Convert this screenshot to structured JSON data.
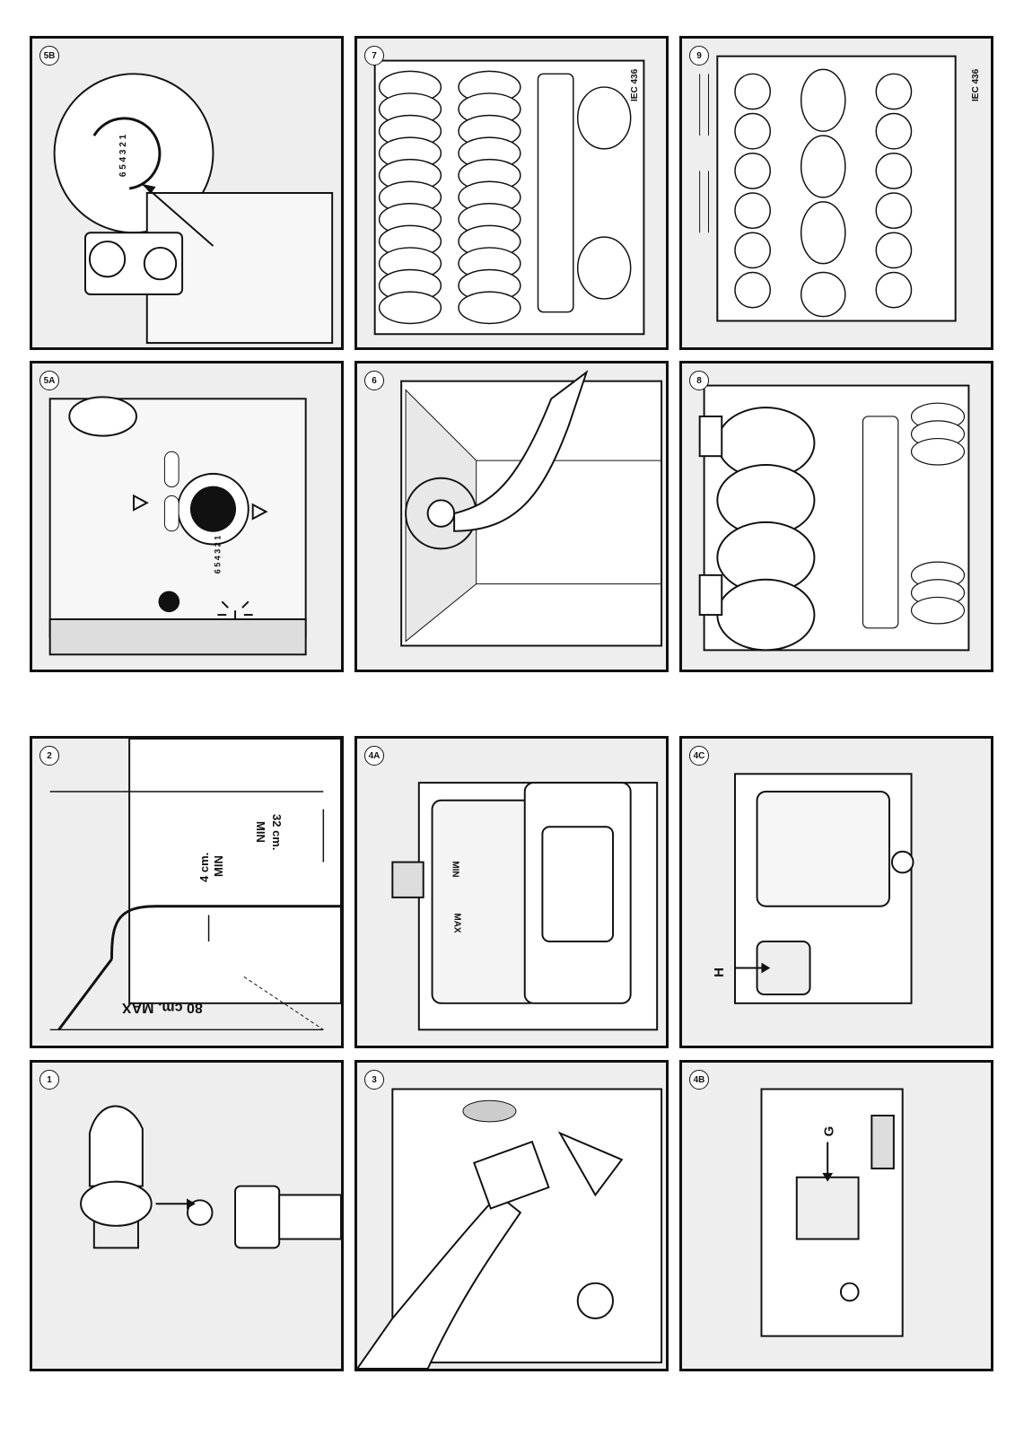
{
  "panels": {
    "p1": {
      "number": "1"
    },
    "p2": {
      "number": "2",
      "label_max": "80 cm.  MAX",
      "label_4cm": "4 cm.",
      "label_4cm_min": "MIN",
      "label_32cm": "32 cm.",
      "label_32cm_min": "MIN"
    },
    "p3": {
      "number": "3"
    },
    "p4a": {
      "number": "4A",
      "label_max": "MAX",
      "label_min": "MIN"
    },
    "p4b": {
      "number": "4B",
      "label_g": "G"
    },
    "p4c": {
      "number": "4C",
      "label_h": "H"
    },
    "p5a": {
      "number": "5A",
      "dial": "6 5 4 3 2 1"
    },
    "p5b": {
      "number": "5B",
      "dial": "6 5 4 3 2 1"
    },
    "p6": {
      "number": "6"
    },
    "p7": {
      "number": "7",
      "standard": "IEC 436"
    },
    "p8": {
      "number": "8"
    },
    "p9": {
      "number": "9",
      "standard": "IEC 436"
    }
  }
}
